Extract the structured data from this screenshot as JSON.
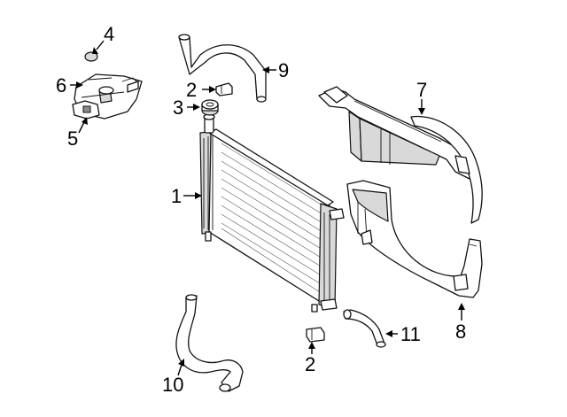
{
  "callouts": [
    {
      "id": "1",
      "label": "1"
    },
    {
      "id": "2a",
      "label": "2"
    },
    {
      "id": "2b",
      "label": "2"
    },
    {
      "id": "3",
      "label": "3"
    },
    {
      "id": "4",
      "label": "4"
    },
    {
      "id": "5",
      "label": "5"
    },
    {
      "id": "6",
      "label": "6"
    },
    {
      "id": "7",
      "label": "7"
    },
    {
      "id": "8",
      "label": "8"
    },
    {
      "id": "9",
      "label": "9"
    },
    {
      "id": "10",
      "label": "10"
    },
    {
      "id": "11",
      "label": "11"
    }
  ],
  "colors": {
    "line": "#111111",
    "background": "#ffffff",
    "shade": "#d9d9d9"
  }
}
